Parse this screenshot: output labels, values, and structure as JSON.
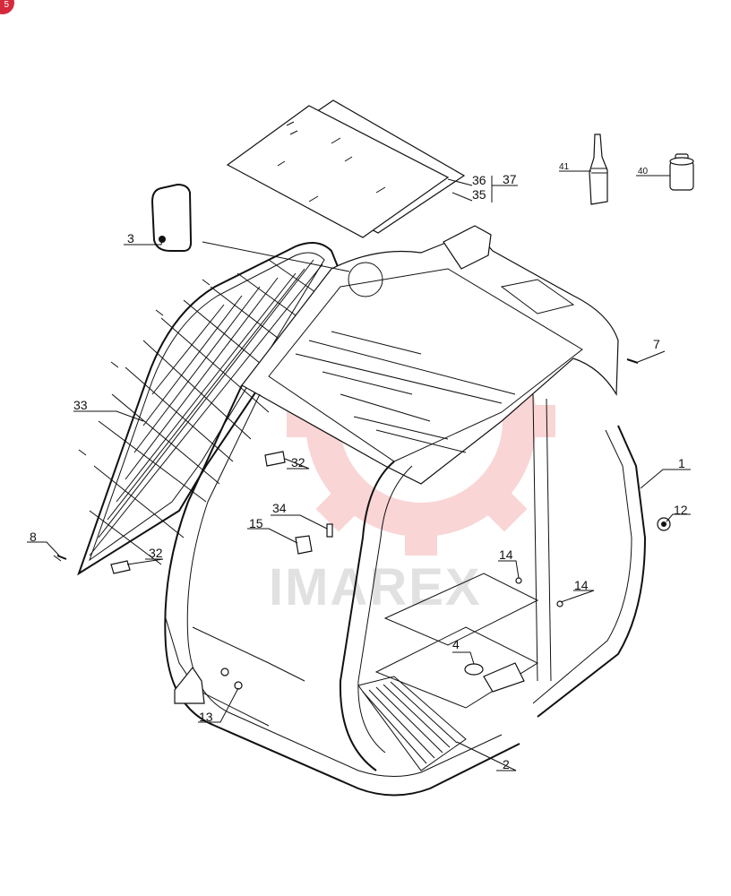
{
  "badge": {
    "text": "5",
    "color": "#d42a3c"
  },
  "watermark": {
    "text": "IMAREX",
    "gear_color": "#f08a8a"
  },
  "labels": {
    "p1": "1",
    "p2": "2",
    "p3": "3",
    "p4": "4",
    "p7": "7",
    "p8": "8",
    "p12": "12",
    "p13": "13",
    "p14a": "14",
    "p14b": "14",
    "p15": "15",
    "p32a": "32",
    "p32b": "32",
    "p33": "33",
    "p34": "34",
    "p35": "35",
    "p36": "36",
    "p37": "37",
    "p40": "40",
    "p41": "41"
  }
}
